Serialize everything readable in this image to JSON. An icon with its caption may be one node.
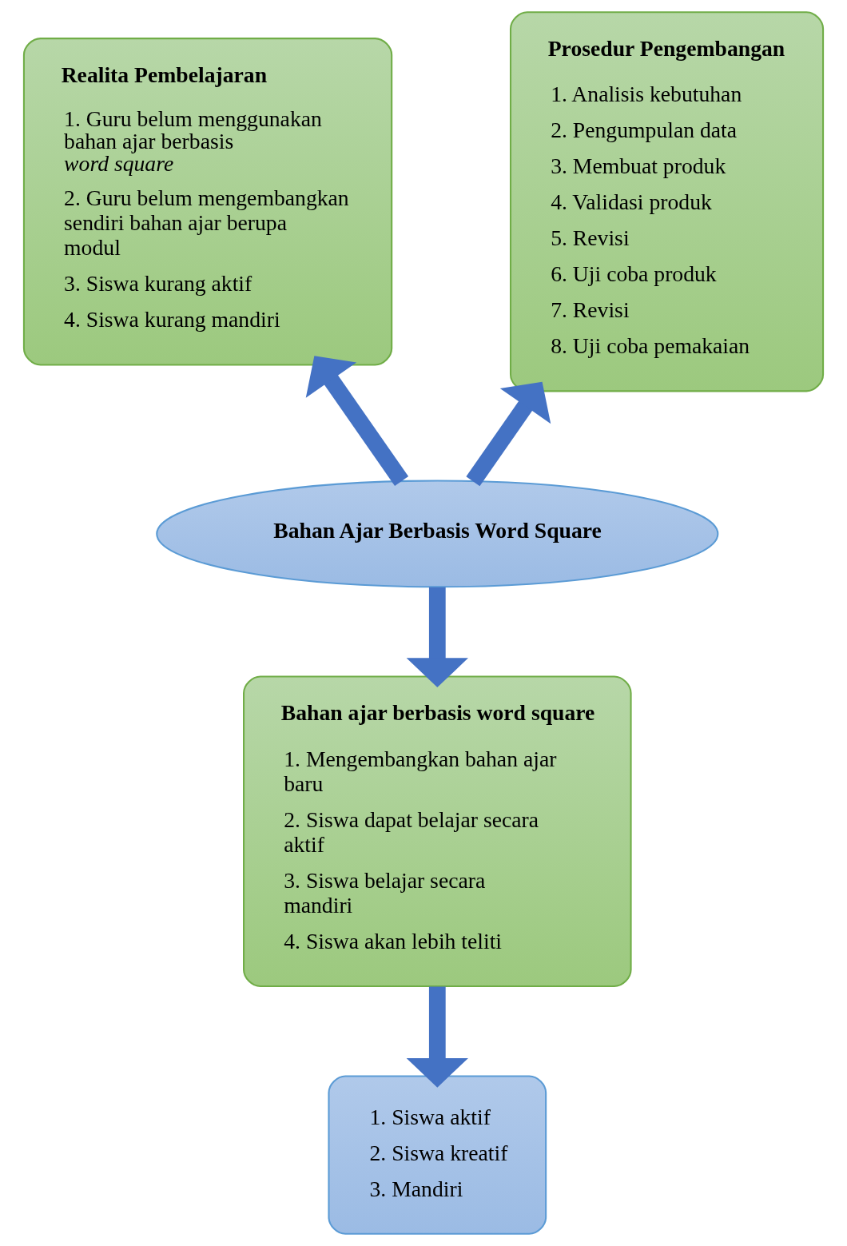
{
  "diagram": {
    "nodes": [
      {
        "text": [
          "Realita Pembelajaran",
          "1. Guru belum menggunakan bahan ajar berbasis *word square*",
          "2. Guru belum mengembangkan sendiri bahan ajar berupa modul",
          "3. Siswa kurang aktif",
          "4. Siswa kurang mandiri"
        ]
      },
      {
        "text": [
          "Prosedur Pengembangan",
          "1. Analisis kebutuhan",
          "2. Pengumpulan data",
          "3. Membuat produk",
          "4. Validasi produk",
          "5. Revisi",
          "6. Uji coba produk",
          "7. Revisi",
          "8. Uji coba pemakaian"
        ]
      },
      {
        "text": [
          "Bahan Ajar Berbasis Word Square"
        ]
      },
      {
        "text": [
          "Bahan ajar berbasis word square",
          "1. Mengembangkan bahan ajar baru",
          "2. Siswa dapat belajar secara aktif",
          "3. Siswa belajar secara mandiri",
          "4. Siswa akan lebih teliti"
        ]
      },
      {
        "text": [
          "1. Siswa aktif",
          "2. Siswa kreatif",
          "3. Mandiri"
        ]
      }
    ],
    "edges": [
      {
        "from": 2,
        "to": 0,
        "arrow": "to"
      },
      {
        "from": 2,
        "to": 1,
        "arrow": "to"
      },
      {
        "from": 2,
        "to": 3,
        "arrow": "to"
      },
      {
        "from": 3,
        "to": 4,
        "arrow": "to"
      }
    ]
  }
}
